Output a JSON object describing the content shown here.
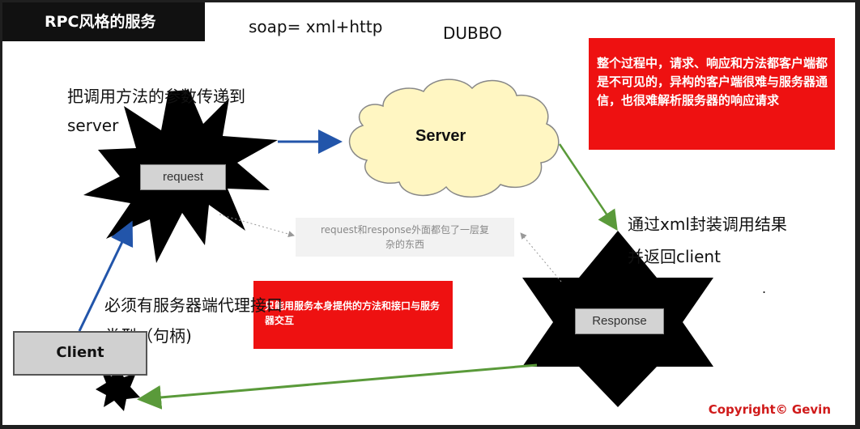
{
  "title": "RPC风格的服务",
  "soap_formula": "soap= xml+http",
  "dubbo": "DUBBO",
  "server_label": "Server",
  "request_label": "request",
  "response_label": "Response",
  "client_label": "Client",
  "pass_params_text_1": "把调用方法的参数传递到",
  "pass_params_text_2": "server",
  "return_text_1": "通过xml封装调用结果",
  "return_text_2": "并返回client",
  "proxy_text_1": "必须有服务器端代理接口",
  "proxy_text_2": "类型（句柄)",
  "shared_note_1": "request和response外面都包了一层复",
  "shared_note_2": "杂的东西",
  "red_note_top": "整个过程中，请求、响应和方法都客户端都是不可见的，异构的客户端很难与服务器通信，也很难解析服务器的响应请求",
  "red_note_mid": "只能用服务本身提供的方法和接口与服务器交互",
  "dot": ".",
  "copyright": "Copyright© Gevin",
  "colors": {
    "blue_arrow": "#2255aa",
    "green_arrow": "#5a9a3a",
    "red_note": "#ee1111",
    "copyright": "#d01a1a"
  }
}
